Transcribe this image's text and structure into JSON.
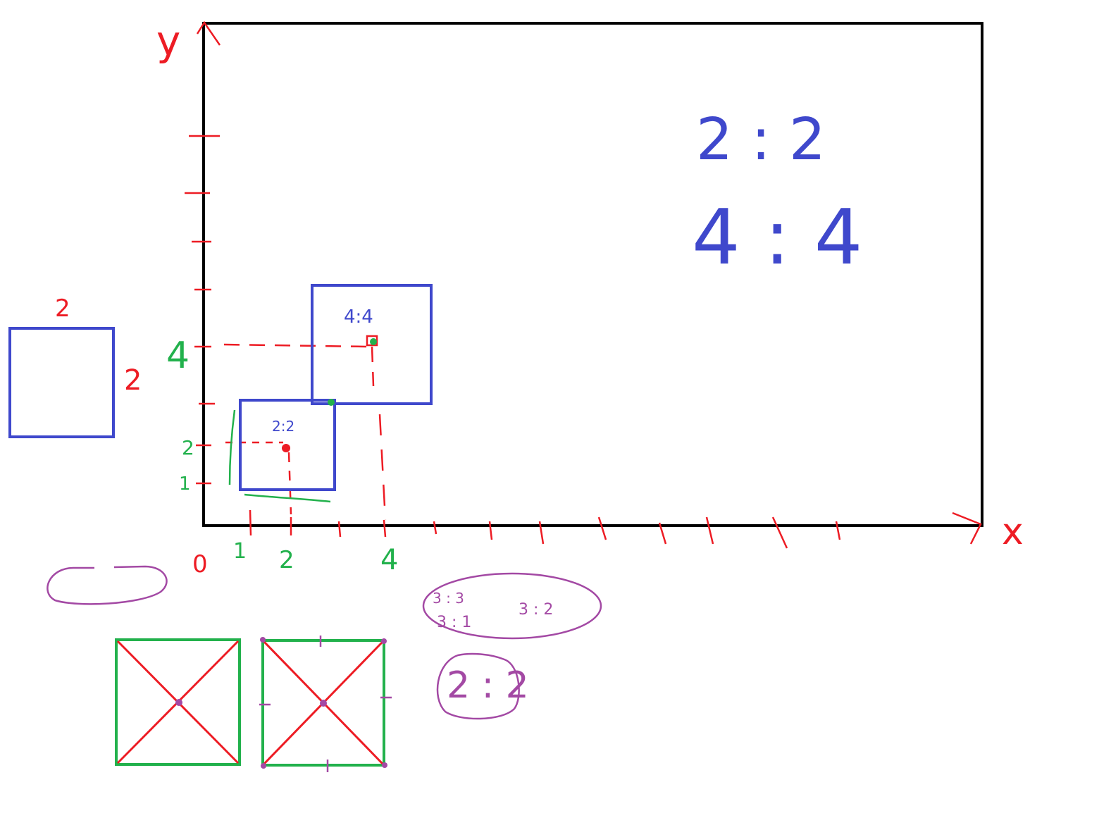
{
  "axes": {
    "y_label": "y",
    "x_label": "x",
    "origin_label": "0",
    "x_tick_labels": [
      "1",
      "2",
      "4"
    ],
    "y_tick_labels": [
      "1",
      "2",
      "4"
    ]
  },
  "squares": {
    "small_center_label": "2:2",
    "large_center_label": "4:4"
  },
  "side_square": {
    "top_label": "2",
    "right_label": "2"
  },
  "notes": {
    "ratio_line_1": "2 : 2",
    "ratio_line_2": "4 : 4",
    "bubble_line_1a": "3 : 3",
    "bubble_line_1b": "3 : 2",
    "bubble_line_2": "3 : 1",
    "circled_label": "2 : 2"
  },
  "colors": {
    "axis": "#000000",
    "ticks": "#ed1c24",
    "squares": "#3f48cc",
    "green": "#22b14c",
    "purple": "#a349a4"
  }
}
